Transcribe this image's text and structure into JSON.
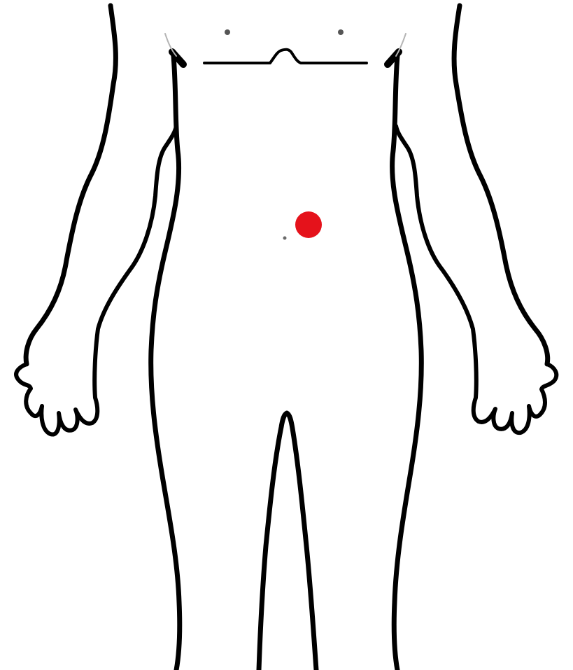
{
  "diagram": {
    "subject": "body-outline-front-torso",
    "line_color": "#000000",
    "background_color": "#ffffff",
    "nipple_color": "#555555"
  },
  "marker": {
    "color": "#e5121b",
    "icon": "red-dot-marker",
    "shape": "circle"
  }
}
